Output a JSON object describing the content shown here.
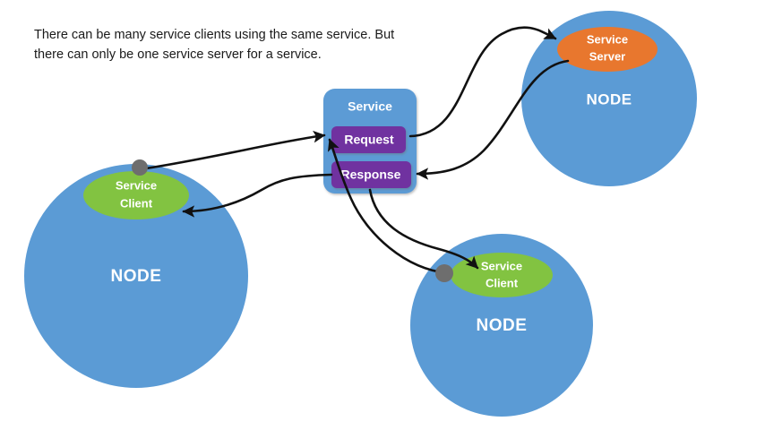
{
  "caption": {
    "text": "There can be many service clients using the same service. But there can only be one service server for a service."
  },
  "colors": {
    "node_blue": "#5B9BD5",
    "service_panel_blue": "#5B9BD5",
    "request_purple": "#7030A0",
    "response_purple": "#7030A0",
    "client_green": "#82C341",
    "server_orange": "#E8772E",
    "connector_dot_gray": "#6E6E6E",
    "arrow_black": "#111111",
    "text_white": "#FFFFFF",
    "caption_text": "#1A1A1A",
    "background": "#FFFFFF"
  },
  "service": {
    "title": "Service",
    "request_label": "Request",
    "response_label": "Response"
  },
  "nodes": [
    {
      "id": "node-server",
      "node_label": "NODE",
      "role_line1": "Service",
      "role_line2": "Server",
      "role_kind": "server",
      "role_color": "#E8772E"
    },
    {
      "id": "node-client-left",
      "node_label": "NODE",
      "role_line1": "Service",
      "role_line2": "Client",
      "role_kind": "client",
      "role_color": "#82C341"
    },
    {
      "id": "node-client-bottom",
      "node_label": "NODE",
      "role_line1": "Service",
      "role_line2": "Client",
      "role_kind": "client",
      "role_color": "#82C341"
    }
  ],
  "connections": [
    {
      "id": "conn-request-to-server",
      "from": "service-request",
      "to": "node-server-service-server",
      "direction": "to-server"
    },
    {
      "id": "conn-server-to-response",
      "from": "node-server-service-server",
      "to": "service-response",
      "direction": "to-service"
    },
    {
      "id": "conn-left-client-to-request",
      "from": "node-client-left-service-client",
      "to": "service-request",
      "direction": "to-service"
    },
    {
      "id": "conn-response-to-left-client",
      "from": "service-response",
      "to": "node-client-left-service-client",
      "direction": "to-client"
    },
    {
      "id": "conn-bottom-client-to-request",
      "from": "node-client-bottom-service-client",
      "to": "service-request",
      "direction": "to-service"
    },
    {
      "id": "conn-response-to-bottom-client",
      "from": "service-response",
      "to": "node-client-bottom-service-client",
      "direction": "to-client"
    }
  ]
}
